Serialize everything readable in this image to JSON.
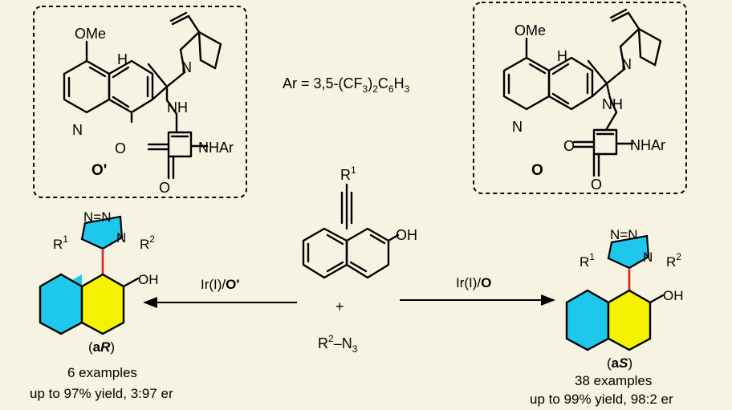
{
  "catalysts": {
    "left": {
      "label": "O'",
      "methoxy": "OMe",
      "hydrogen": "H",
      "quinuclidine_n": "N",
      "amine_nh": "NH",
      "quinoline_n": "N",
      "oxo_1": "O",
      "oxo_2": "O",
      "nhar": "NHAr"
    },
    "right": {
      "label": "O",
      "methoxy": "OMe",
      "hydrogen": "H",
      "quinuclidine_n": "N",
      "amine_nh": "NH",
      "quinoline_n": "N",
      "oxo_1": "O",
      "oxo_2": "O",
      "nhar": "NHAr"
    }
  },
  "aryl_definition": {
    "prefix": "Ar = 3,5-(CF",
    "sub1": "3",
    "mid1": ")",
    "sub2": "2",
    "mid2": "C",
    "sub3": "6",
    "mid3": "H",
    "sub4": "3"
  },
  "substrate": {
    "r1": "R",
    "r1_sup": "1",
    "oh": "OH",
    "plus": "+",
    "azide_r": "R",
    "azide_sup": "2",
    "azide_rest": "–N",
    "azide_sub": "3"
  },
  "left_reaction": {
    "conditions_prefix": "Ir(I)/",
    "conditions_catalyst": "O'",
    "triazole_n": "N=N",
    "ring_n": "N",
    "r1": "R",
    "r1_sup": "1",
    "r2": "R",
    "r2_sup": "2",
    "oh": "OH",
    "label_a": "a",
    "label_config": "R",
    "examples": "6 examples",
    "yield": "up to 97% yield, 3:97 er"
  },
  "right_reaction": {
    "conditions_prefix": "Ir(I)/",
    "conditions_catalyst": "O",
    "triazole_n": "N=N",
    "ring_n": "N",
    "r1": "R",
    "r1_sup": "1",
    "r2": "R",
    "r2_sup": "2",
    "oh": "OH",
    "label_a": "a",
    "label_config": "S",
    "examples": "38 examples",
    "yield": "up to 99% yield, 98:2 er"
  },
  "colors": {
    "background": "#f7f3e3",
    "triazole_fill": "#1ec8ec",
    "naphthalene_ring1": "#1ec8ec",
    "naphthalene_ring2": "#f4f200",
    "axis_bond": "#e0201c"
  }
}
